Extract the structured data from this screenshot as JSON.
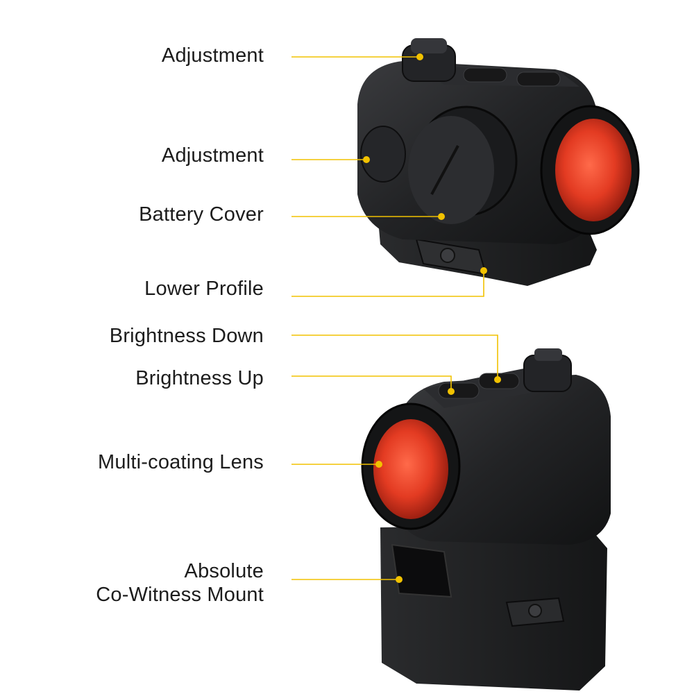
{
  "labels": {
    "adjustment_top": "Adjustment",
    "adjustment_side": "Adjustment",
    "battery_cover": "Battery Cover",
    "lower_profile": "Lower Profile",
    "brightness_down": "Brightness Down",
    "brightness_up": "Brightness Up",
    "multi_coating_lens": "Multi-coating Lens",
    "mount_line1": "Absolute",
    "mount_line2": "Co-Witness Mount"
  },
  "colors": {
    "leader_line": "#f2c200",
    "body": "#1d1e20",
    "lens": "#e63a22",
    "text": "#1c1c1c"
  }
}
